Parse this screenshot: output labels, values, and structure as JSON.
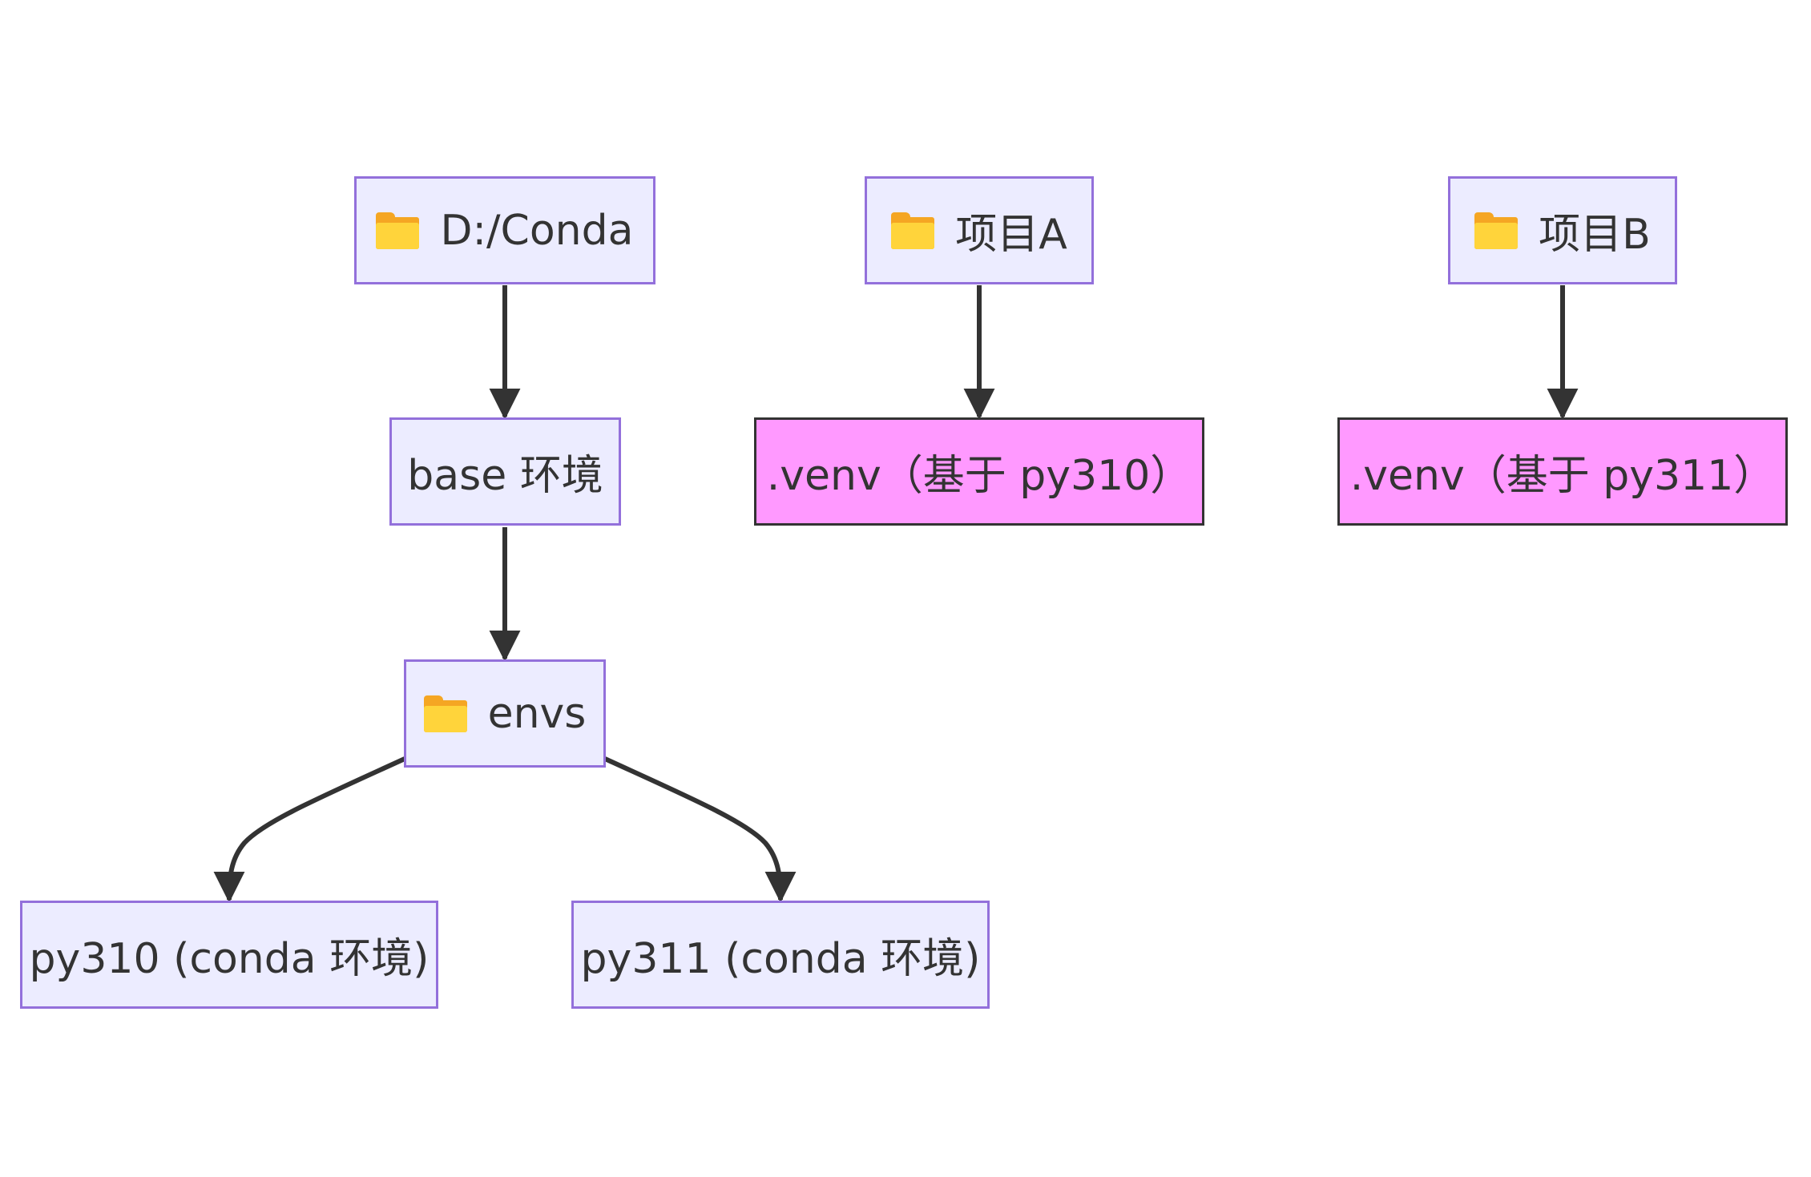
{
  "diagram": {
    "nodes": [
      {
        "id": "conda_root",
        "label": "D:/Conda",
        "icon": "folder-icon"
      },
      {
        "id": "base_env",
        "label": "base 环境"
      },
      {
        "id": "envs",
        "label": "envs",
        "icon": "folder-icon"
      },
      {
        "id": "py310",
        "label": "py310 (conda 环境)"
      },
      {
        "id": "py311",
        "label": "py311 (conda 环境)"
      },
      {
        "id": "project_a",
        "label": "项目A",
        "icon": "folder-icon"
      },
      {
        "id": "venv_a",
        "label": ".venv（基于 py310）"
      },
      {
        "id": "project_b",
        "label": "项目B",
        "icon": "folder-icon"
      },
      {
        "id": "venv_b",
        "label": ".venv（基于 py311）"
      }
    ],
    "edges": [
      {
        "from": "conda_root",
        "to": "base_env"
      },
      {
        "from": "base_env",
        "to": "envs"
      },
      {
        "from": "envs",
        "to": "py310"
      },
      {
        "from": "envs",
        "to": "py311"
      },
      {
        "from": "project_a",
        "to": "venv_a"
      },
      {
        "from": "project_b",
        "to": "venv_b"
      }
    ],
    "colors": {
      "node_fill": "#ececff",
      "node_stroke": "#9370db",
      "venv_fill": "#ff99ff",
      "venv_stroke": "#333333",
      "edge": "#333333",
      "folder_front": "#ffd43b",
      "folder_back": "#f5a623"
    }
  }
}
